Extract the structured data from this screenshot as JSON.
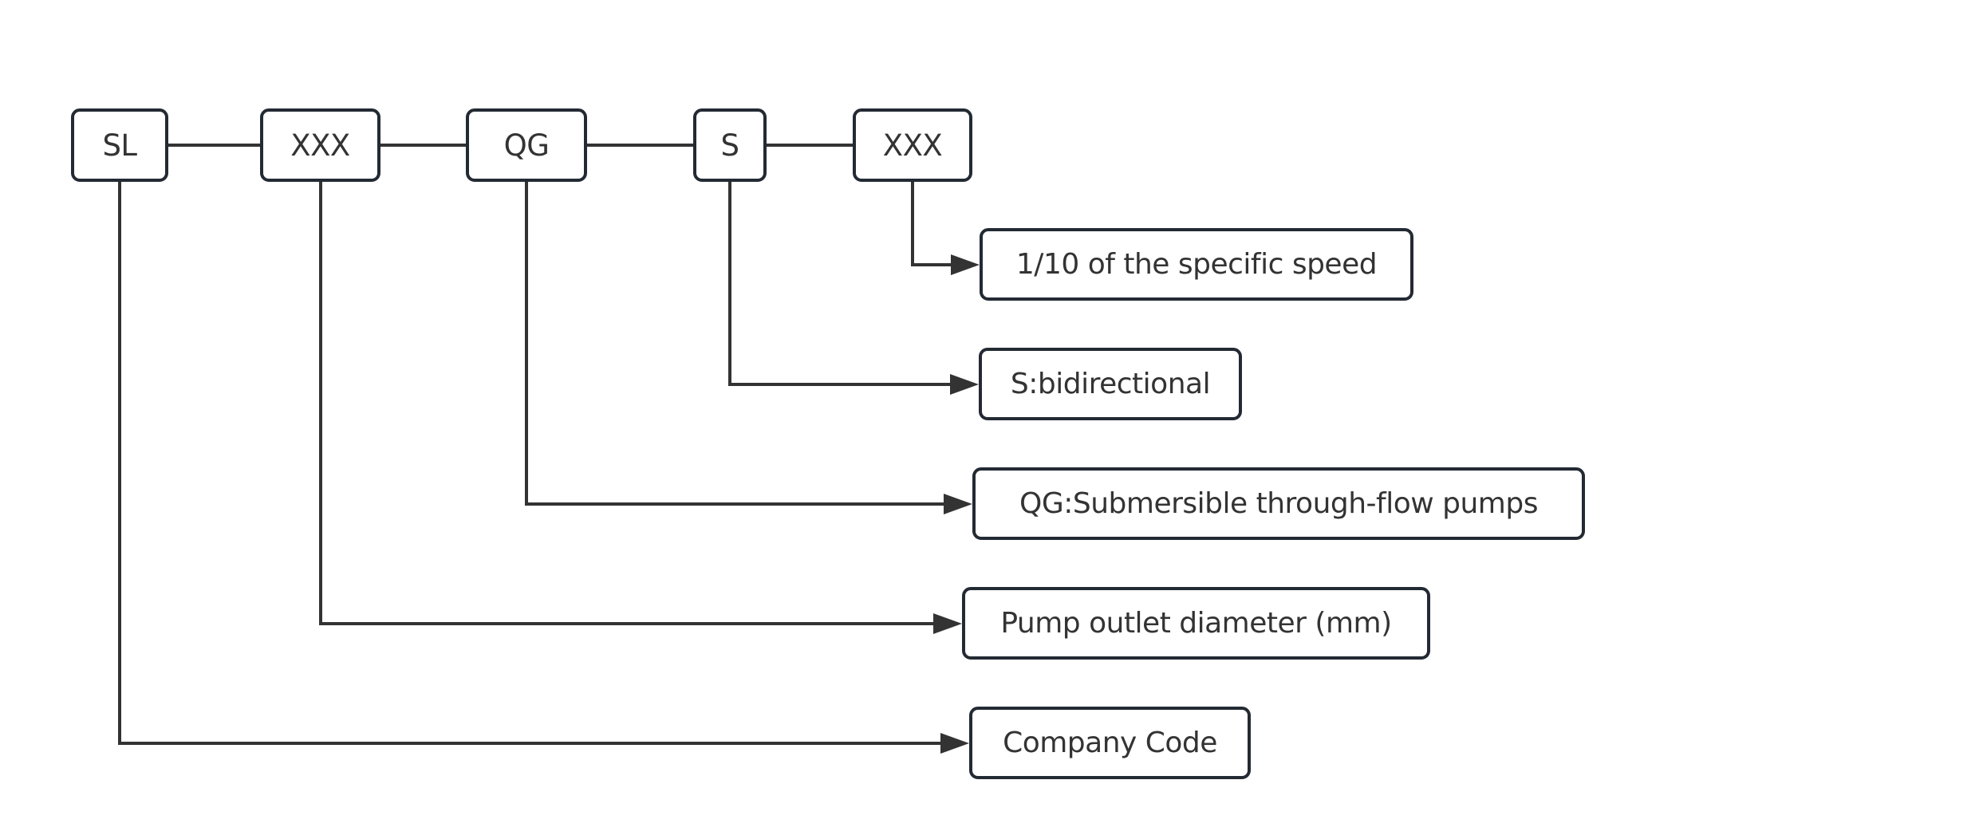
{
  "diagram": {
    "title": "Pump model code structure",
    "colors": {
      "node_border": "#232a33",
      "line": "#333333",
      "text": "#333333",
      "background": "#ffffff"
    },
    "code_segments": [
      {
        "id": "sl",
        "label": "SL"
      },
      {
        "id": "xxx1",
        "label": "XXX"
      },
      {
        "id": "qg",
        "label": "QG"
      },
      {
        "id": "s",
        "label": "S"
      },
      {
        "id": "xxx2",
        "label": "XXX"
      }
    ],
    "descriptions": [
      {
        "id": "d-speed",
        "from": "xxx2",
        "label": "1/10 of the specific speed"
      },
      {
        "id": "d-bidir",
        "from": "s",
        "label": "S:bidirectional"
      },
      {
        "id": "d-qg",
        "from": "qg",
        "label": "QG:Submersible through-flow pumps"
      },
      {
        "id": "d-diameter",
        "from": "xxx1",
        "label": "Pump outlet diameter (mm)"
      },
      {
        "id": "d-company",
        "from": "sl",
        "label": "Company Code"
      }
    ],
    "edges": [
      {
        "from": "sl",
        "to": "xxx1",
        "type": "line"
      },
      {
        "from": "xxx1",
        "to": "qg",
        "type": "line"
      },
      {
        "from": "qg",
        "to": "s",
        "type": "line"
      },
      {
        "from": "s",
        "to": "xxx2",
        "type": "line"
      },
      {
        "from": "xxx2",
        "to": "d-speed",
        "type": "elbow-arrow"
      },
      {
        "from": "s",
        "to": "d-bidir",
        "type": "elbow-arrow"
      },
      {
        "from": "qg",
        "to": "d-qg",
        "type": "elbow-arrow"
      },
      {
        "from": "xxx1",
        "to": "d-diameter",
        "type": "elbow-arrow"
      },
      {
        "from": "sl",
        "to": "d-company",
        "type": "elbow-arrow"
      }
    ]
  }
}
